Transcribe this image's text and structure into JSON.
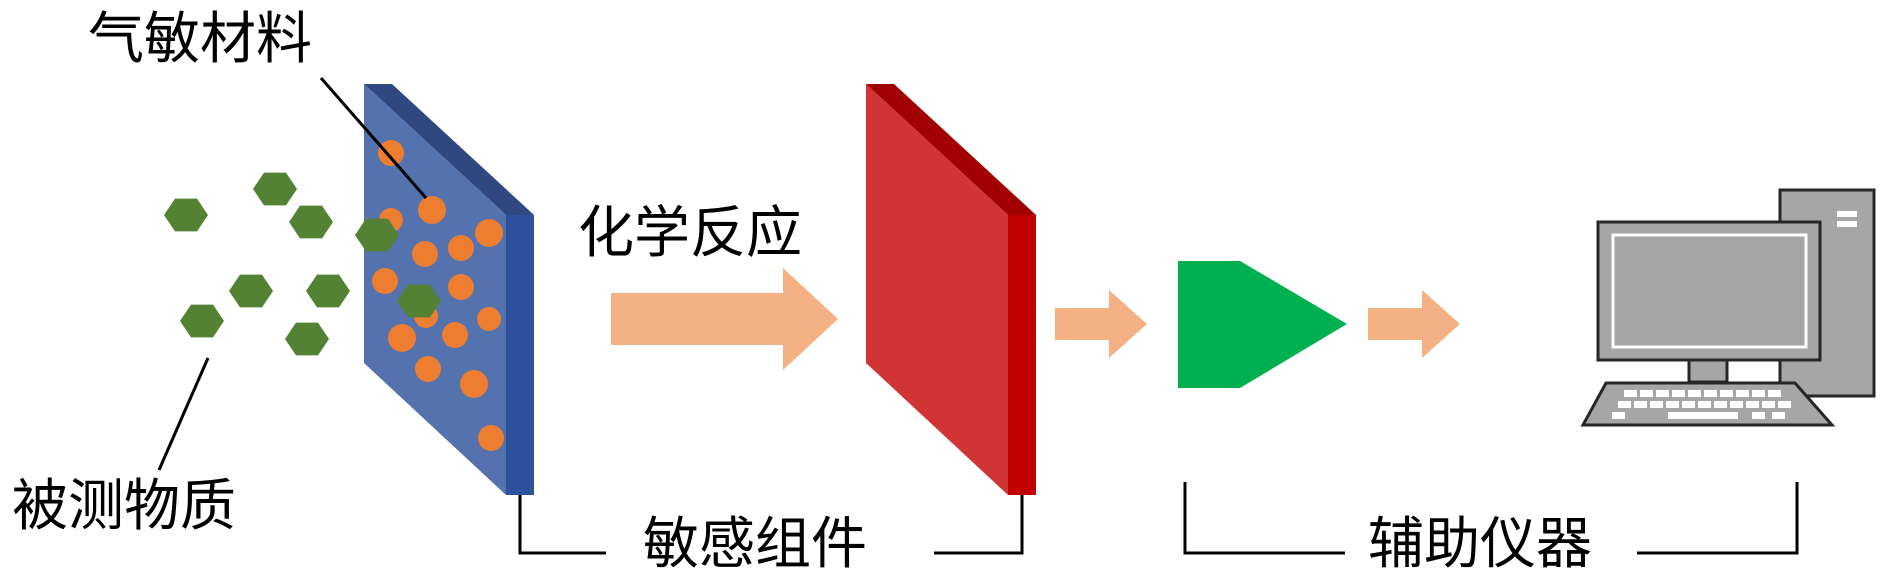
{
  "labels": {
    "gas_material": "气敏材料",
    "analyte": "被测物质",
    "reaction": "化学反应",
    "sensing_component": "敏感组件",
    "auxiliary_instrument": "辅助仪器"
  },
  "colors": {
    "blue_face": "#5472AE",
    "blue_top": "#2F4880",
    "blue_side": "#2E529C",
    "orange_dot": "#ED7D31",
    "green_hex": "#548235",
    "red_face": "#D03434",
    "red_top": "#A00000",
    "red_side": "#C00000",
    "arrow": "#F4B183",
    "amp": "#00B050",
    "pc_gray": "#A6A6A6",
    "line": "#000000"
  },
  "icons": [
    "gas-sensing-panel",
    "transducer-panel",
    "amplifier-shape",
    "computer-icon"
  ]
}
